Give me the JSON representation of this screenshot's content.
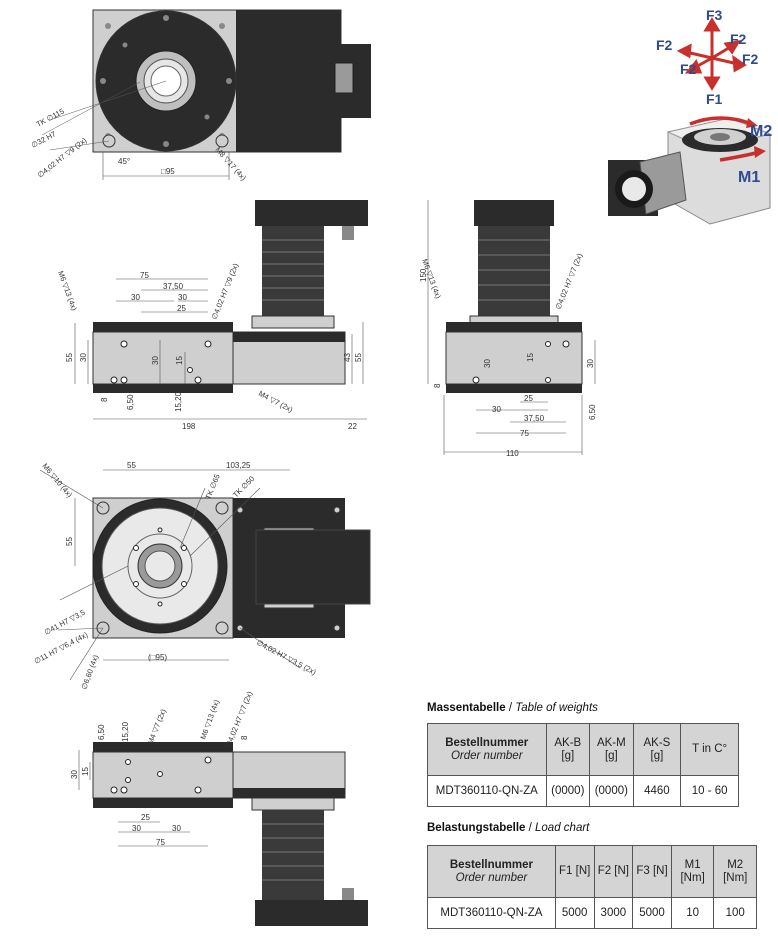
{
  "dims": {
    "tk115": "TK ∅115",
    "d32": "∅32 H7",
    "d402_9": "∅4,02 H7 ▽9 (2x)",
    "a45": "45°",
    "sq95": "□95",
    "m8": "M8 ▽17 (4x)",
    "m6_13": "M6 ▽13 (4x)",
    "d402_9b": "∅4,02 H7 ▽9 (2x)",
    "v75": "75",
    "v3750": "37,50",
    "v30a": "30",
    "v30b": "30",
    "v25": "25",
    "v55": "55",
    "v30c": "30",
    "v30d": "30",
    "v15": "15",
    "v8": "8",
    "v650": "6,50",
    "v1520": "15,20",
    "m4_7": "M4 ▽7 (2x)",
    "v43": "43",
    "v55b": "55",
    "v198": "198",
    "v22": "22",
    "v150": "150",
    "m6_13b": "M6 ▽13 (4x)",
    "d402_7": "∅4,02 H7 ▽7 (2x)",
    "s30a": "30",
    "s15": "15",
    "s30b": "30",
    "s8": "8",
    "s25": "25",
    "s30c": "30",
    "s3750": "37,50",
    "s75": "75",
    "s650": "6,50",
    "s110": "110",
    "b55": "55",
    "b10325": "103,25",
    "m6_10": "M6 ▽10 (4x)",
    "tk65": "TK ∅65",
    "tk50": "TK ∅50",
    "b55v": "55",
    "d41": "∅41 H7 ▽3,5",
    "d11": "∅11 H7 ▽6,4 (4x)",
    "d660": "∅6,60 (4x)",
    "p95": "(□95)",
    "d402_35": "∅4,02 H7 ▽3,5 (2x)",
    "l650": "6,50",
    "l1520": "15,20",
    "m4_7b": "M4 ▽7 (2x)",
    "m6_13c": "M6 ▽13 (4x)",
    "d402_7b": "∅4,02 H7 ▽7 (2x)",
    "l8": "8",
    "l30": "30",
    "l15": "15",
    "l25": "25",
    "l30b": "30",
    "l30c": "30",
    "l75": "75"
  },
  "axes": {
    "f3": "F3",
    "f2_left": "F2",
    "f2_right": "F2",
    "f2_lower_left": "F2",
    "f2_lower_right": "F2",
    "f1": "F1",
    "m2": "M2",
    "m1": "M1"
  },
  "weights": {
    "title_de": "Massentabelle",
    "title_sep": " / ",
    "title_en": "Table of weights",
    "headers": {
      "order_de": "Bestellnummer",
      "order_en": "Order number",
      "akb_1": "AK-B",
      "akb_2": "[g]",
      "akm_1": "AK-M",
      "akm_2": "[g]",
      "aks_1": "AK-S",
      "aks_2": "[g]",
      "temp": "T in C°"
    },
    "row": {
      "order": "MDT360110-QN-ZA",
      "akb": "(0000)",
      "akm": "(0000)",
      "aks": "4460",
      "temp": "10 - 60"
    }
  },
  "loads": {
    "title_de": "Belastungstabelle",
    "title_sep": " / ",
    "title_en": "Load chart",
    "headers": {
      "order_de": "Bestellnummer",
      "order_en": "Order number",
      "f1": "F1 [N]",
      "f2": "F2 [N]",
      "f3": "F3 [N]",
      "m1_1": "M1",
      "m1_2": "[Nm]",
      "m2_1": "M2",
      "m2_2": "[Nm]"
    },
    "row": {
      "order": "MDT360110-QN-ZA",
      "f1": "5000",
      "f2": "3000",
      "f3": "5000",
      "m1": "10",
      "m2": "100"
    }
  },
  "colors": {
    "body_dark": "#2b2b2b",
    "body_grey": "#cfcfcf",
    "axis_blue": "#2d4b8e",
    "arrow_red": "#c9302c",
    "table_header": "#d4d4d4"
  }
}
